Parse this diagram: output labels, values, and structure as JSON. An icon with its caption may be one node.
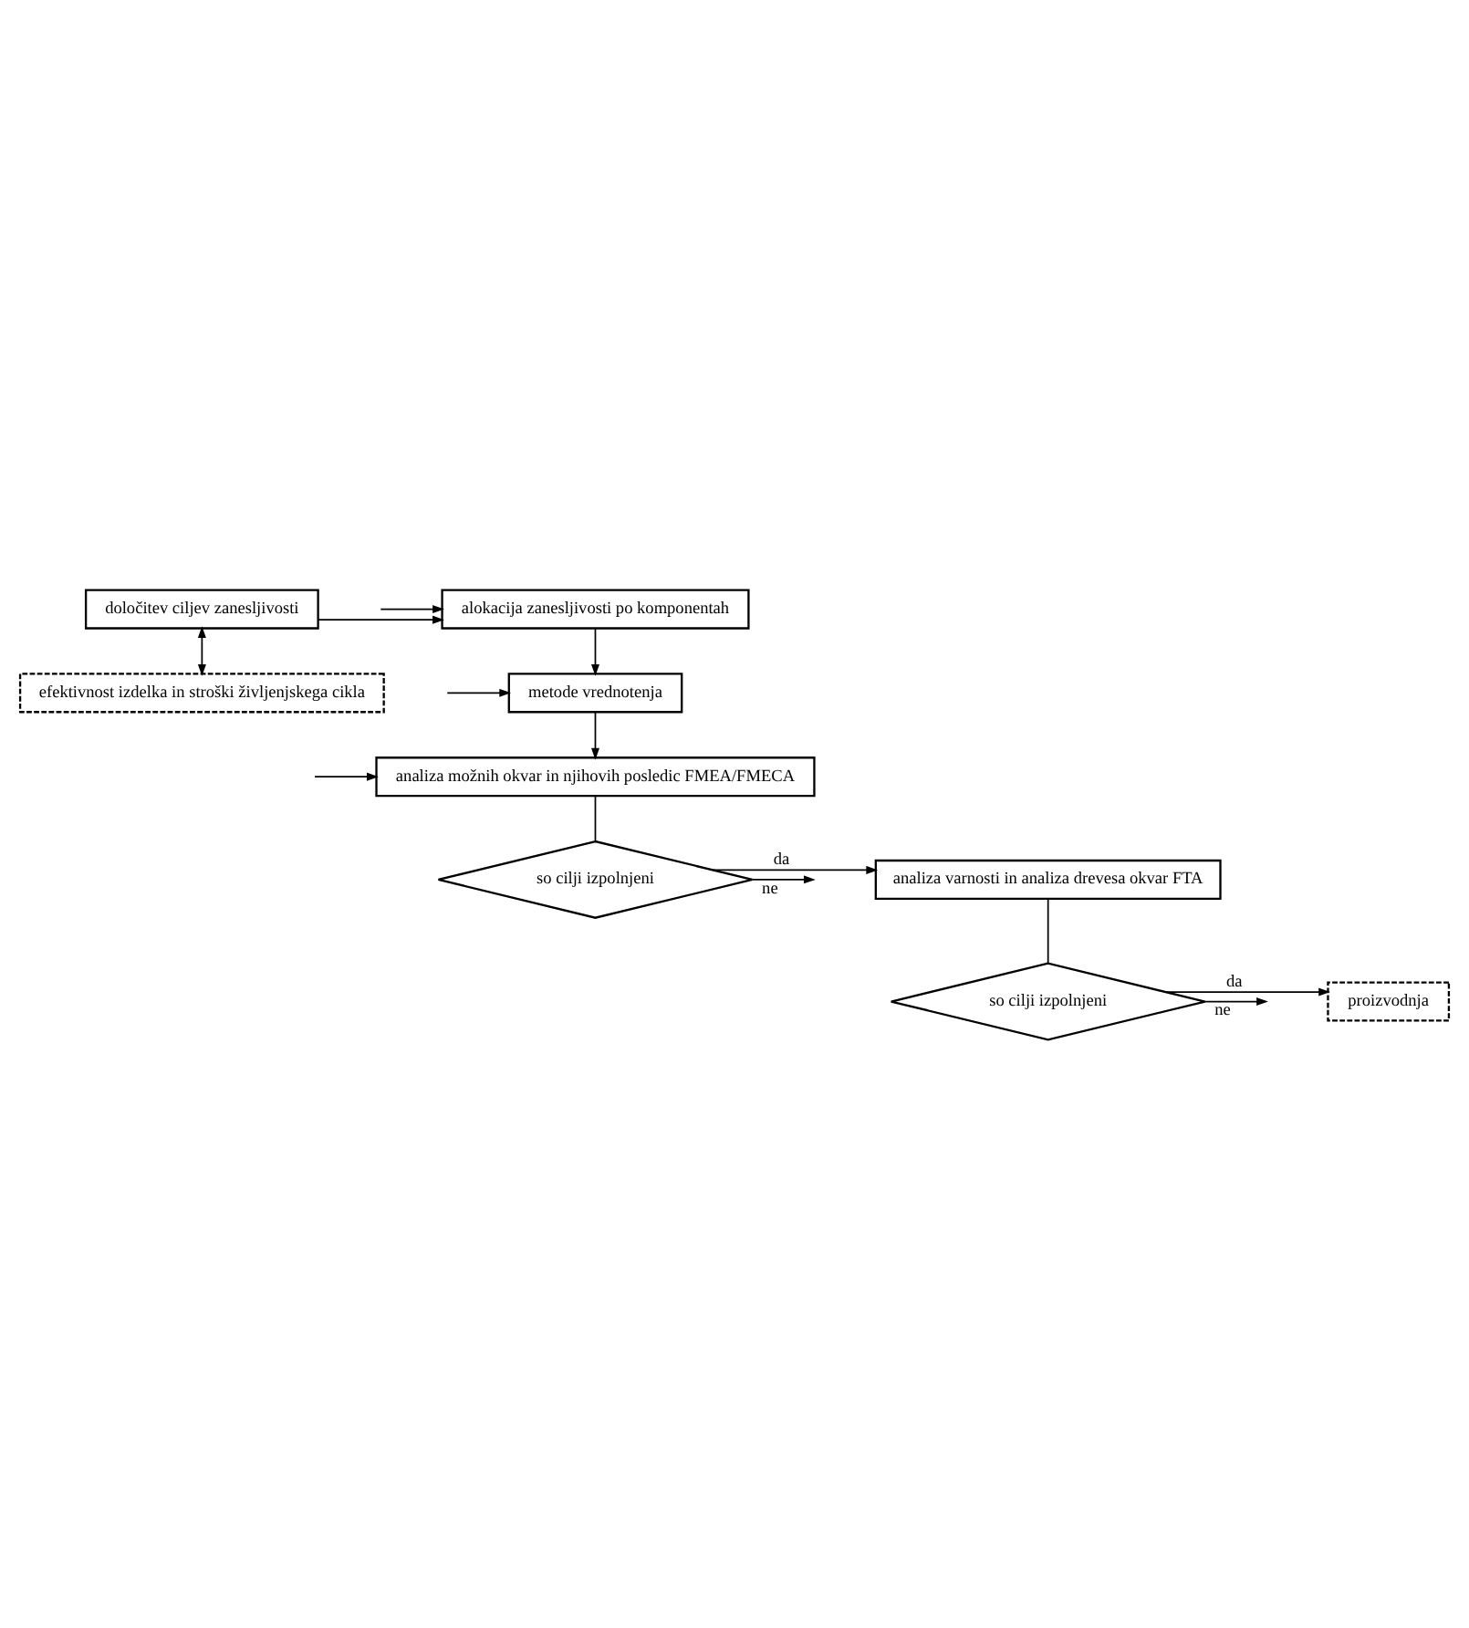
{
  "diagram": {
    "nodes": [
      {
        "text": [
          "določitev ciljev zanesljivosti"
        ]
      },
      {
        "text": [
          "alokacija zanesljivosti po komponentah"
        ]
      },
      {
        "text": [
          "efektivnost izdelka in stroški življenjskega cikla"
        ]
      },
      {
        "text": [
          "metode vrednotenja"
        ]
      },
      {
        "text": [
          "analiza možnih okvar in njihovih posledic FMEA/FMECA"
        ]
      },
      {
        "text": [
          "so cilji izpolnjeni"
        ]
      },
      {
        "text": [
          "analiza varnosti in analiza drevesa okvar FTA"
        ]
      },
      {
        "text": [
          "so cilji izpolnjeni"
        ]
      },
      {
        "text": [
          "proizvodnja"
        ]
      }
    ],
    "edges": [
      {
        "from": 0,
        "to": 1,
        "arrow": "to"
      },
      {
        "from": 0,
        "to": 2,
        "arrow": "both"
      },
      {
        "from": null,
        "to": 1,
        "arrow": "to"
      },
      {
        "from": 1,
        "to": 3,
        "arrow": "to"
      },
      {
        "from": null,
        "to": 3,
        "arrow": "to"
      },
      {
        "from": 3,
        "to": 4,
        "arrow": "to"
      },
      {
        "from": null,
        "to": 4,
        "arrow": "to"
      },
      {
        "from": 4,
        "to": 5,
        "arrow": "none"
      },
      {
        "from": 5,
        "to": 6,
        "label": "da",
        "arrow": "to"
      },
      {
        "from": 5,
        "to": null,
        "label": "ne",
        "arrow": "to"
      },
      {
        "from": 6,
        "to": 7,
        "arrow": "none"
      },
      {
        "from": 7,
        "to": 8,
        "label": "da",
        "arrow": "to"
      },
      {
        "from": 7,
        "to": null,
        "label": "ne",
        "arrow": "to"
      }
    ]
  }
}
